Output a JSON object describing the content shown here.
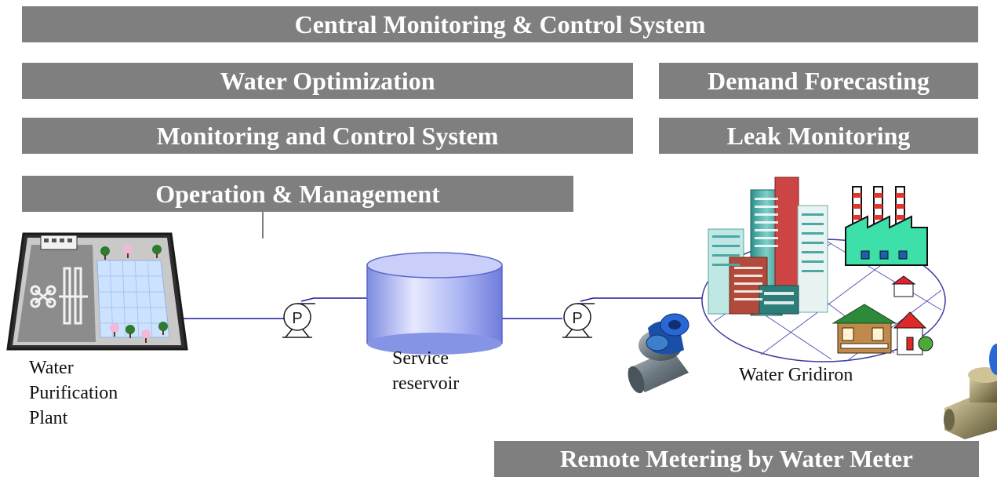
{
  "bars": {
    "central": "Central Monitoring & Control System",
    "optimization": "Water Optimization",
    "forecasting": "Demand Forecasting",
    "monitoring": "Monitoring and Control System",
    "leak": "Leak Monitoring",
    "operation": "Operation & Management",
    "remote": "Remote Metering by Water Meter"
  },
  "labels": {
    "plant_line1": "Water",
    "plant_line2": "Purification",
    "plant_line3": "Plant",
    "reservoir_line1": "Service",
    "reservoir_line2": "reservoir",
    "gridiron": "Water Gridiron"
  },
  "pumps": {
    "pump1": "P",
    "pump2": "P"
  },
  "colors": {
    "bar_bg": "#7f7f7f",
    "bar_text": "#ffffff",
    "pipe": "#1a1aa6",
    "reservoir": "#9aa6ee"
  }
}
